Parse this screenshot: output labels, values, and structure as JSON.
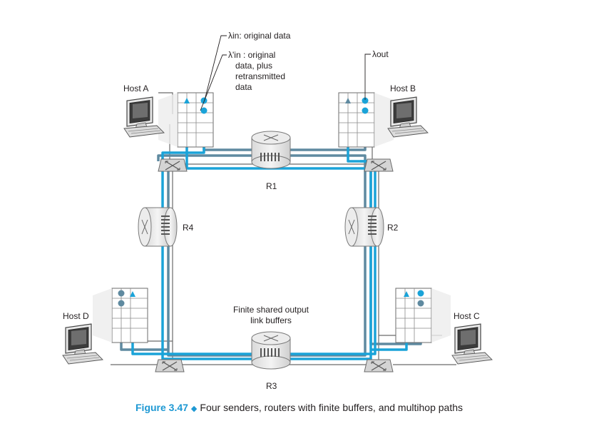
{
  "labels": {
    "lambda_in": "λin: original data",
    "lambda_in_prime_line1": "λ'in : original",
    "lambda_in_prime_line2": "data, plus",
    "lambda_in_prime_line3": "retransmitted",
    "lambda_in_prime_line4": "data",
    "lambda_out": "λout",
    "host_a": "Host A",
    "host_b": "Host B",
    "host_c": "Host C",
    "host_d": "Host D",
    "r1": "R1",
    "r2": "R2",
    "r3": "R3",
    "r4": "R4",
    "buffers_line1": "Finite shared output",
    "buffers_line2": "link buffers"
  },
  "caption": {
    "figure": "Figure 3.47",
    "text": "Four senders, routers with finite buffers, and multihop paths"
  },
  "colors": {
    "flow_light": "#1aa3d8",
    "flow_dark": "#5f8aa0",
    "link": "#555555",
    "accent": "#1d98d3"
  }
}
